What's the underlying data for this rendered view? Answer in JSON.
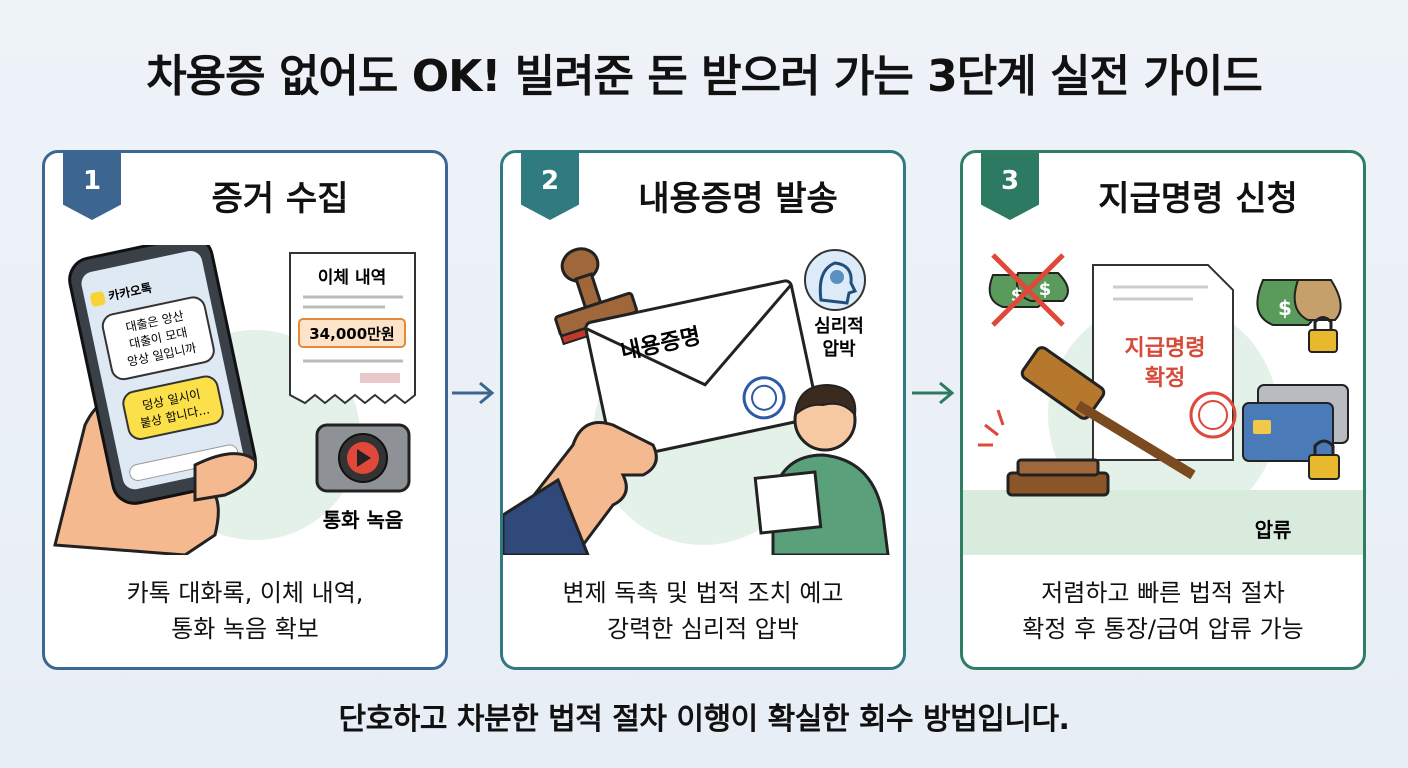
{
  "title": "차용증 없어도 OK! 빌려준 돈 받으러 가는 3단계 실전 가이드",
  "steps": [
    {
      "number": "1",
      "title": "증거 수집",
      "desc_line1": "카톡 대화록, 이체 내역,",
      "desc_line2": "통화 녹음 확보",
      "labels": {
        "app_name": "카카오톡",
        "app_icon": "talk",
        "chat1_line1": "대출은 앙산",
        "chat1_line2": "대출이 모대",
        "chat1_line3": "앙상 일입니까",
        "chat2_line1": "덩상 일시이",
        "chat2_line2": "붙상 합니다...",
        "receipt_title": "이체 내역",
        "receipt_amount": "34,000만원",
        "recording": "통화 녹음"
      }
    },
    {
      "number": "2",
      "title": "내용증명 발송",
      "desc_line1": "변제 독촉 및 법적 조치 예고",
      "desc_line2": "강력한 심리적 압박",
      "labels": {
        "envelope": "내용증명",
        "pressure_line1": "심리적",
        "pressure_line2": "압박"
      }
    },
    {
      "number": "3",
      "title": "지급명령 신청",
      "desc_line1": "저렴하고 빠른 법적 절차",
      "desc_line2": "확정 후 통장/급여 압류 가능",
      "labels": {
        "doc_line1": "지급명령",
        "doc_line2": "확정",
        "seizure": "압류"
      }
    }
  ],
  "footer": "단호하고 차분한 법적 절차 이행이 확실한 회수 방법입니다.",
  "colors": {
    "step1": "#3c6690",
    "step2": "#2f7b80",
    "step3": "#2c7a62",
    "circle_bg": "#e3f1e8"
  }
}
